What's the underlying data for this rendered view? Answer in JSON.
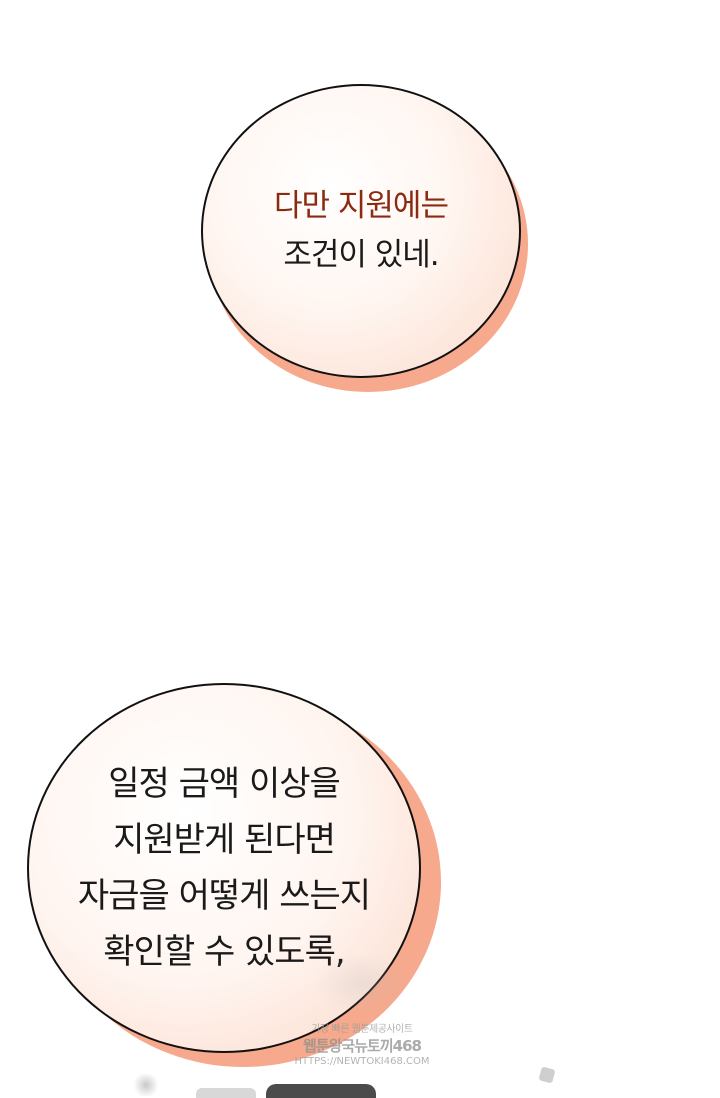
{
  "bubbles": [
    {
      "lines": [
        "다만 지원에는",
        "조건이 있네."
      ]
    },
    {
      "lines": [
        "일정 금액 이상을",
        "지원받게 된다면",
        "자금을 어떻게 쓰는지",
        "확인할 수 있도록,"
      ]
    }
  ],
  "watermark": {
    "line1": "가장 빠른 웹툰제공사이트",
    "line2": "웹툰왕국뉴토끼468",
    "line3": "HTTPS://NEWTOKI468.COM"
  },
  "colors": {
    "bubble_shadow": "#f6a98c",
    "highlight_text": "#8a2a11",
    "body_text": "#1a1a1a"
  }
}
